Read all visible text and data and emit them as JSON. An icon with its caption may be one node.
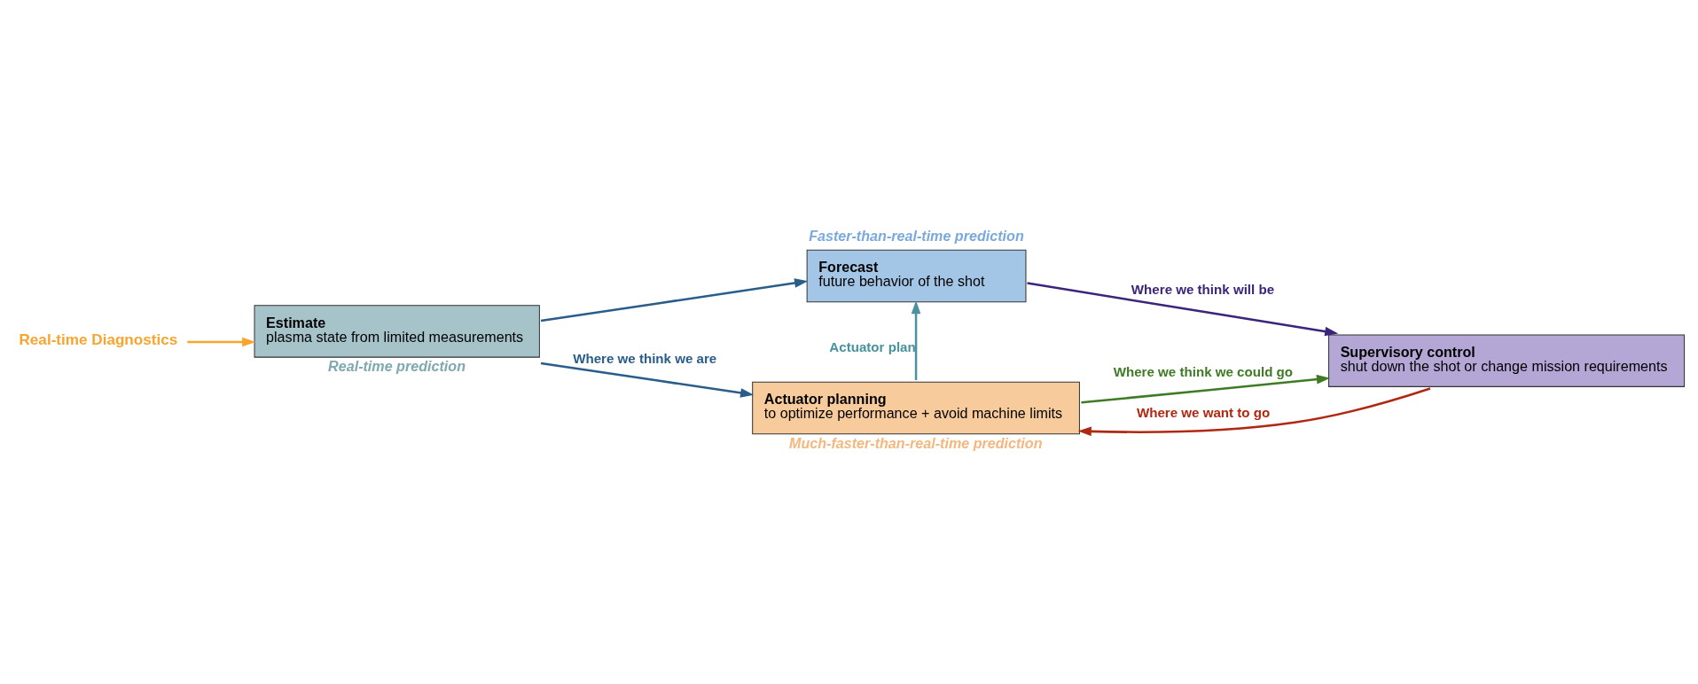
{
  "diagram": {
    "nodes": [
      {
        "text": [
          "Real-time Diagnostics"
        ]
      },
      {
        "text": [
          "Estimate",
          "plasma state from limited measurements"
        ],
        "beside": [
          "Real-time prediction"
        ]
      },
      {
        "text": [
          "Forecast",
          "future behavior of the shot"
        ],
        "beside": [
          "Faster-than-real-time prediction"
        ]
      },
      {
        "text": [
          "Supervisory control",
          "shut down the shot or change mission requirements"
        ]
      },
      {
        "text": [
          "Actuator planning",
          "to optimize performance + avoid machine limits"
        ],
        "beside": [
          "Much-faster-than-real-time prediction"
        ]
      }
    ],
    "edges": [
      {
        "from": 0,
        "to": 1,
        "arrow": "to",
        "color": "#f7a52f"
      },
      {
        "from": 1,
        "to": 2,
        "arrow": "to",
        "color": "#2a5d8a"
      },
      {
        "from": 1,
        "to": 4,
        "arrow": "to",
        "label": "Where we think we are",
        "color": "#2a5d8a"
      },
      {
        "from": 4,
        "to": 2,
        "arrow": "to",
        "label": "Actuator plan",
        "color": "#4a929e"
      },
      {
        "from": 2,
        "to": 3,
        "arrow": "to",
        "label": "Where we think will be",
        "color": "#3b2479"
      },
      {
        "from": 4,
        "to": 3,
        "arrow": "to",
        "label": "Where we think we could go",
        "color": "#3f7b25"
      },
      {
        "from": 3,
        "to": 4,
        "arrow": "to",
        "label": "Where we want to go",
        "color": "#b02812"
      }
    ]
  }
}
